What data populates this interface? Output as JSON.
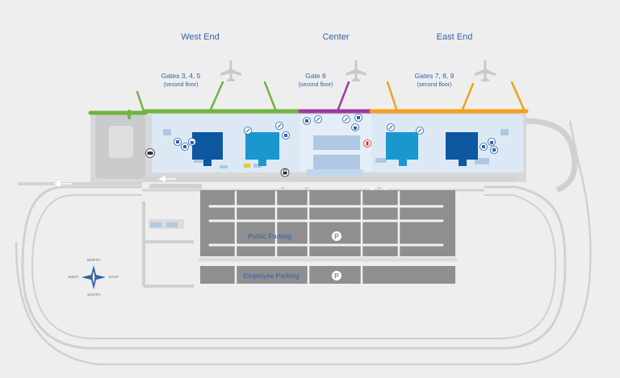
{
  "sections": [
    {
      "name": "West End"
    },
    {
      "name": "Center"
    },
    {
      "name": "East End"
    }
  ],
  "gates": [
    {
      "label": "Gates 3, 4, 5",
      "sublabel": "(second floor)",
      "color": "#6fb43f"
    },
    {
      "label": "Gate 6",
      "sublabel": "(second floor)",
      "color": "#9b3aa0"
    },
    {
      "label": "Gates 7, 8, 9",
      "sublabel": "(second floor)",
      "color": "#f2a21e"
    }
  ],
  "parking": {
    "public_label": "Public Parking",
    "employee_label": "Employee Parking",
    "symbol": "P"
  },
  "compass": {
    "north": "NORTH",
    "south": "SOUTH",
    "east": "EAST",
    "west": "WEST"
  },
  "colors": {
    "background": "#eeeeee",
    "road": "#cfd1d1",
    "parking_lot": "#8f8f8f",
    "terminal_floor": "#dce9f5",
    "gate_room_light": "#1a97cf",
    "gate_room_dark": "#0d57a0",
    "label_blue": "#2f62a8",
    "plane_icon": "#c9c9c9"
  },
  "icons": [
    "airplane-icon",
    "restroom-icon",
    "restaurant-icon",
    "shop-icon",
    "fire-extinguisher-icon",
    "car-icon",
    "lock-icon",
    "compass-icon"
  ]
}
